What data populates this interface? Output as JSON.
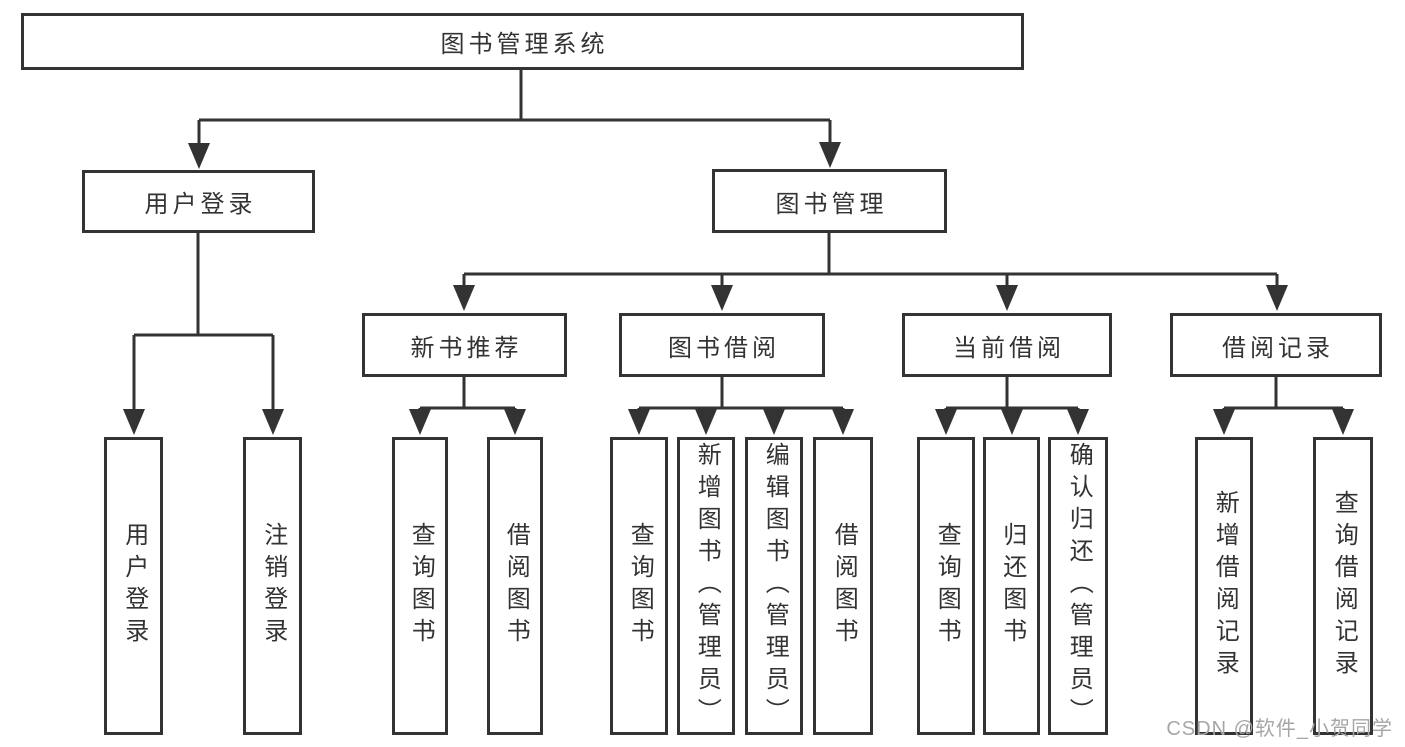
{
  "diagram_title": "图书管理系统",
  "tree": {
    "label": "图书管理系统",
    "children": [
      {
        "label": "用户登录",
        "children": [
          {
            "label": "用户登录"
          },
          {
            "label": "注销登录"
          }
        ]
      },
      {
        "label": "图书管理",
        "children": [
          {
            "label": "新书推荐",
            "children": [
              {
                "label": "查询图书"
              },
              {
                "label": "借阅图书"
              }
            ]
          },
          {
            "label": "图书借阅",
            "children": [
              {
                "label": "查询图书"
              },
              {
                "label": "新增图书（管理员）"
              },
              {
                "label": "编辑图书（管理员）"
              },
              {
                "label": "借阅图书"
              }
            ]
          },
          {
            "label": "当前借阅",
            "children": [
              {
                "label": "查询图书"
              },
              {
                "label": "归还图书"
              },
              {
                "label": "确认归还（管理员）"
              }
            ]
          },
          {
            "label": "借阅记录",
            "children": [
              {
                "label": "新增借阅记录"
              },
              {
                "label": "查询借阅记录"
              }
            ]
          }
        ]
      }
    ]
  },
  "watermark": {
    "text": "CSDN @软件_小贺同学"
  },
  "colors": {
    "line": "#333333",
    "text": "#333333",
    "background": "#ffffff",
    "watermark": "#a6a6a6"
  }
}
